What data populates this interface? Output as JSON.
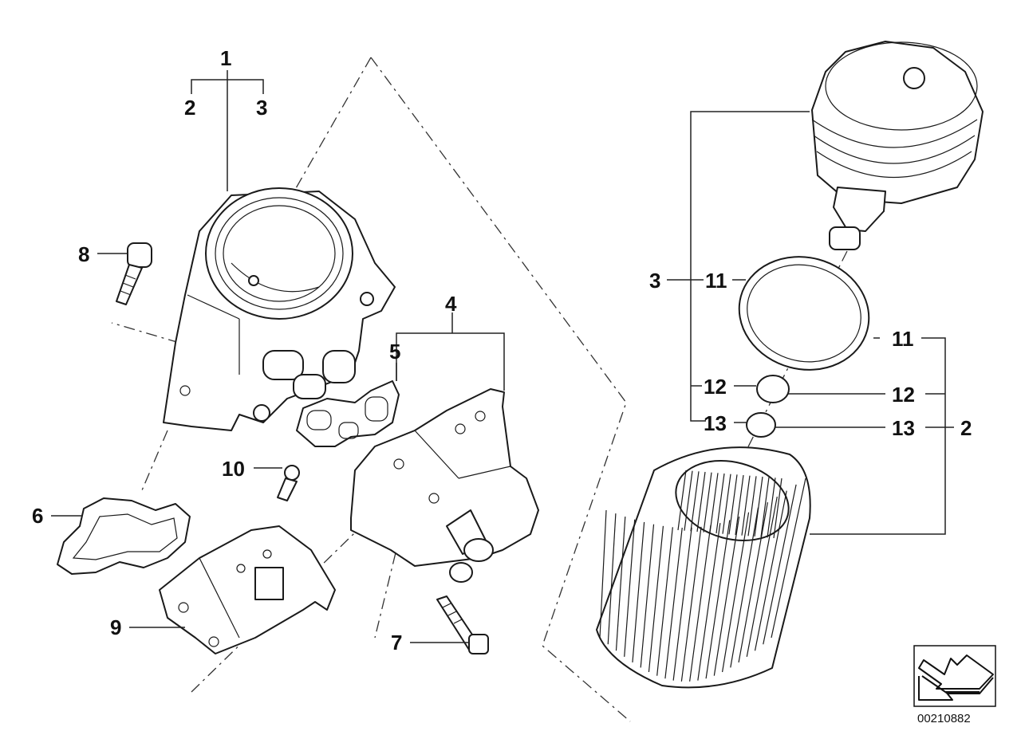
{
  "diagram": {
    "reference_number": "00210882",
    "callouts": {
      "c1": "1",
      "c2a": "2",
      "c3a": "3",
      "c8": "8",
      "c4": "4",
      "c5": "5",
      "c10": "10",
      "c6": "6",
      "c9": "9",
      "c7": "7",
      "c3b": "3",
      "c11a": "11",
      "c11b": "11",
      "c12a": "12",
      "c12b": "12",
      "c13a": "13",
      "c13b": "13",
      "c2b": "2"
    }
  }
}
